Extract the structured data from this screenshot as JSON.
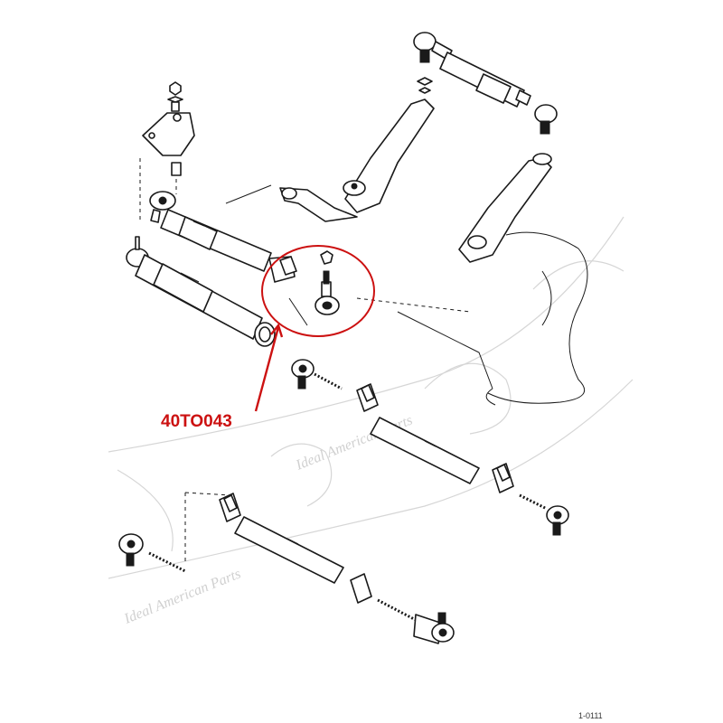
{
  "diagram": {
    "callout": {
      "part_number": "40TO043",
      "color": "#cc1111"
    },
    "watermark": {
      "text_upper": "Ideal American Parts",
      "text_lower": "Ideal American Parts"
    },
    "corner_code": "1-0111",
    "line_color": "#1a1a1a"
  }
}
